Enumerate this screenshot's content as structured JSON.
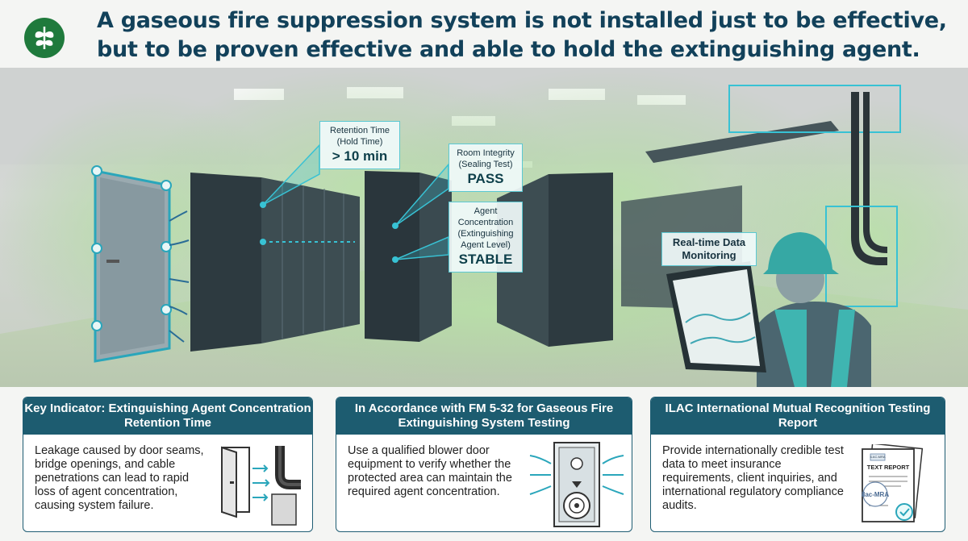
{
  "header": {
    "headline_line1": "A gaseous fire suppression system is not installed just to be effective,",
    "headline_line2": "but to be proven effective and able to hold the extinguishing agent."
  },
  "logo": {
    "icon": "leaf-logo-icon",
    "color": "#1f7a3c"
  },
  "callouts": {
    "retention": {
      "label": "Retention Time",
      "sub": "(Hold Time)",
      "value": "> 10 min"
    },
    "integrity": {
      "label": "Room Integrity",
      "sub": "(Sealing Test)",
      "value": "PASS"
    },
    "agent": {
      "label": "Agent Concentration (Extinguishing Agent Level)",
      "value": "STABLE"
    },
    "realtime": {
      "label": "Real-time Data Monitoring"
    }
  },
  "cards": [
    {
      "title": "Key Indicator: Extinguishing Agent Concentration Retention Time",
      "body": "Leakage caused by door seams, bridge openings, and cable penetrations can lead to rapid loss of agent concentration, causing system failure.",
      "icon": "door-pipe-leak-icon"
    },
    {
      "title": "In Accordance with FM 5-32 for Gaseous Fire Extinguishing System Testing",
      "body": "Use a qualified blower door equipment to verify whether the protected area can maintain the required agent concentration.",
      "icon": "blower-door-icon"
    },
    {
      "title": "ILAC International Mutual Recognition Testing Report",
      "body": "Provide internationally credible test data to meet insurance requirements, client inquiries, and international regulatory compliance audits.",
      "icon": "test-report-icon",
      "report_label": "TEXT REPORT",
      "badge_top": "ILAC-MRA",
      "badge_main": "ilac-MRA"
    }
  ],
  "colors": {
    "navy": "#1d5c70",
    "teal": "#5bc8d2",
    "gas": "#a8d59a",
    "title": "#12415a"
  }
}
